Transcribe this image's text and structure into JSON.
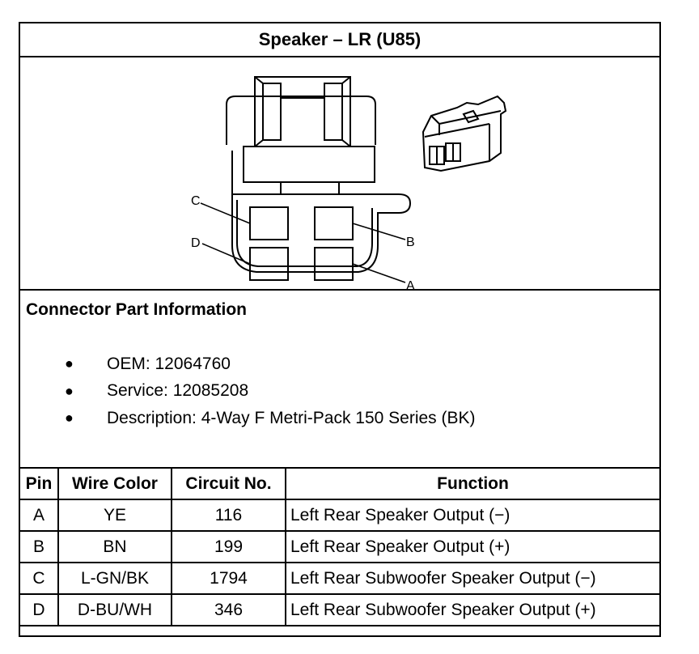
{
  "title": "Speaker – LR (U85)",
  "diagram": {
    "cavity_labels": {
      "a": "A",
      "b": "B",
      "c": "C",
      "d": "D"
    }
  },
  "connector_info": {
    "heading": "Connector Part Information",
    "items": [
      {
        "bullet": "●",
        "text": "OEM: 12064760"
      },
      {
        "bullet": "●",
        "text": "Service: 12085208"
      },
      {
        "bullet": "●",
        "text": "Description: 4-Way F Metri-Pack 150 Series (BK)"
      }
    ]
  },
  "table": {
    "headers": [
      "Pin",
      "Wire Color",
      "Circuit No.",
      "Function"
    ],
    "rows": [
      [
        "A",
        "YE",
        "116",
        "Left Rear Speaker Output (−)"
      ],
      [
        "B",
        "BN",
        "199",
        "Left Rear Speaker Output (+)"
      ],
      [
        "C",
        "L-GN/BK",
        "1794",
        "Left Rear Subwoofer Speaker Output (−)"
      ],
      [
        "D",
        "D-BU/WH",
        "346",
        "Left Rear Subwoofer Speaker Output (+)"
      ]
    ]
  }
}
